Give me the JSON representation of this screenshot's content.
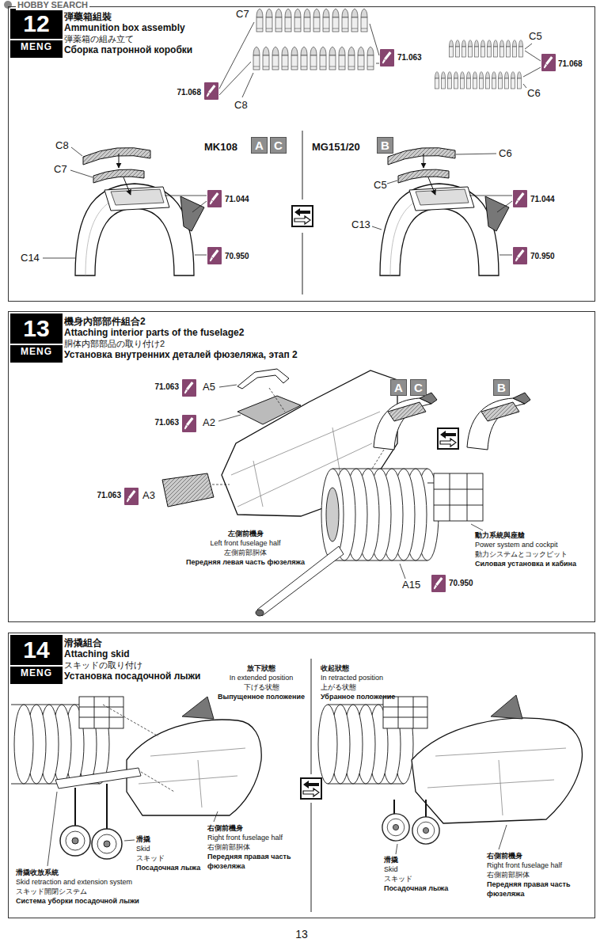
{
  "diagram": {
    "nodes": [
      {
        "text": [
          "弾藥箱組裝",
          "Ammunition box assembly",
          "弾薬箱の組み立て",
          "Сборка патронной коробки"
        ]
      },
      {
        "text": [
          "12",
          "MENG"
        ],
        "in": 0
      },
      {
        "text": [
          "A"
        ],
        "in": 0
      },
      {
        "text": [
          "C"
        ],
        "in": 0
      },
      {
        "text": [
          "B"
        ],
        "in": 0
      },
      {
        "text": [
          "機身內部部件組合2",
          "Attaching interior parts of the fuselage2",
          "胴体内部部品の取り付け2",
          "Установка внутренних деталей фюзеляжа, этап 2"
        ]
      },
      {
        "text": [
          "13",
          "MENG"
        ],
        "in": 5
      },
      {
        "text": [
          "A"
        ],
        "in": 5
      },
      {
        "text": [
          "C"
        ],
        "in": 5
      },
      {
        "text": [
          "B"
        ],
        "in": 5
      },
      {
        "text": [
          "滑撬組合",
          "Attaching skid",
          "スキッドの取り付け",
          "Установка посадочной лыжи"
        ]
      },
      {
        "text": [
          "14",
          "MENG"
        ],
        "in": 10
      }
    ],
    "labels": [
      "HOBBY SEARCH",
      "C7",
      "71.068",
      "71.063",
      "C8",
      "C5",
      "71.068",
      "C6",
      "MK108",
      "MG151/20",
      "C8",
      "C7",
      "C14",
      "71.044",
      "70.950",
      "C6",
      "C5",
      "C13",
      "71.044",
      "70.950",
      "71.063",
      "A5",
      "71.063",
      "A2",
      "71.063",
      "A3",
      "動力系統與座艙",
      "Power system and cockpit",
      "動力システムとコックピット",
      "Силовая установка и кабина",
      "左側前機身",
      "Left front fuselage half",
      "左側前部胴体",
      "Передняя левая часть фюзеляжа",
      "A15",
      "70.950",
      "放下狀態",
      "In extended position",
      "下げる状態",
      "Выпущенное положение",
      "收起狀態",
      "In retracted position",
      "上がる状態",
      "Убранное положение",
      "滑撬收放系統",
      "Skid retraction and extension system",
      "スキッド開閉システム",
      "Система уборки посадочной лыжи",
      "滑撬",
      "Skid",
      "スキッド",
      "Посадочная лыжа",
      "右側前機身",
      "Right front fuselage half",
      "右側前部胴体",
      "Передняя правая часть фюзеляжа",
      "滑撬",
      "Skid",
      "スキッド",
      "Посадочная лыжа",
      "右側前機身",
      "Right front fuselage half",
      "右側前部胴体",
      "Передняя правая часть фюзеляжа",
      "13"
    ]
  }
}
